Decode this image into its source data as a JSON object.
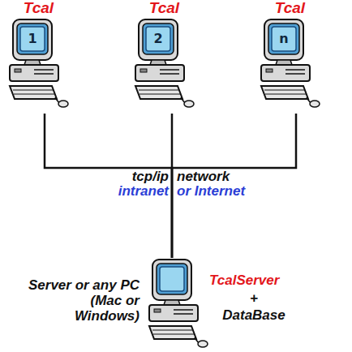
{
  "diagram": {
    "nodes": [
      {
        "text": [
          "Tcal",
          "1"
        ]
      },
      {
        "text": [
          "Tcal",
          "2"
        ]
      },
      {
        "text": [
          "Tcal",
          "n"
        ]
      },
      {
        "text": [
          "Server or any PC (Mac or Windows)",
          "TcalServer",
          "+",
          "DataBase"
        ]
      }
    ],
    "edges": [
      {
        "from": 0,
        "to": 3,
        "arrow": "none"
      },
      {
        "from": 1,
        "to": 3,
        "arrow": "none"
      },
      {
        "from": 2,
        "to": 3,
        "arrow": "none"
      }
    ],
    "labels": [
      "tcp/ip",
      "network",
      "intranet",
      "or Internet"
    ]
  }
}
